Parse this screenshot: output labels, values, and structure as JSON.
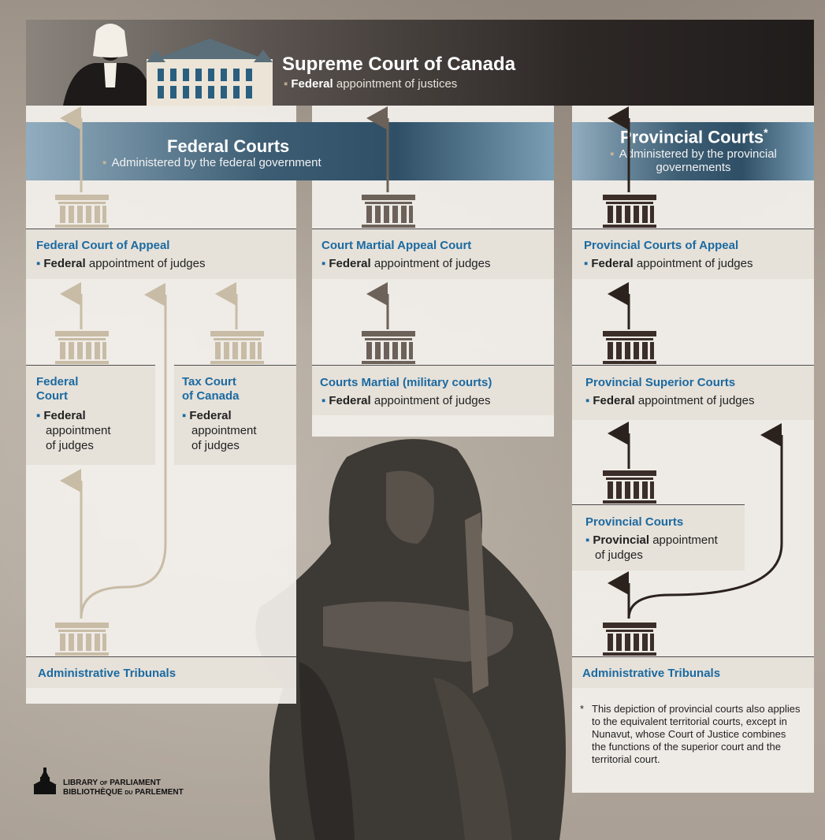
{
  "supreme": {
    "title": "Supreme Court of Canada",
    "sub_bold": "Federal",
    "sub_rest": "appointment of justices"
  },
  "federal": {
    "banner_title": "Federal Courts",
    "banner_sub": "Administered by the federal government",
    "appeal_title": "Federal Court of Appeal",
    "court_title_1": "Federal",
    "court_title_2": "Court",
    "tax_title_1": "Tax Court",
    "tax_title_2": "of Canada",
    "tribunals_title": "Administrative Tribunals"
  },
  "military": {
    "appeal_title": "Court Martial Appeal Court",
    "courts_title": "Courts Martial (military courts)"
  },
  "provincial": {
    "banner_title": "Provincial Courts",
    "banner_star": "*",
    "banner_sub_1": "Administered by the provincial",
    "banner_sub_2": "governements",
    "appeal_title": "Provincial Courts of Appeal",
    "superior_title": "Provincial Superior Courts",
    "courts_title": "Provincial Courts",
    "courts_desc_bold": "Provincial",
    "courts_desc_rest": "appointment",
    "courts_desc_line2": "of judges",
    "tribunals_title": "Administrative Tribunals"
  },
  "common": {
    "federal_bold": "Federal",
    "appoint_judges": "appointment of judges",
    "appointment": "appointment",
    "of_judges": "of judges",
    "bullet": "▪"
  },
  "footnote": {
    "star": "*",
    "text": "This depiction of provincial courts also applies to the equivalent territorial courts, except in Nunavut, whose Court of Justice combines the functions of the superior court and the territorial court."
  },
  "logo": {
    "line1_a": "LIBRARY",
    "line1_b": "OF",
    "line1_c": "PARLIAMENT",
    "line2_a": "BIBLIOTHÈQUE",
    "line2_b": "DU",
    "line2_c": "PARLEMENT"
  },
  "colors": {
    "heading_blue": "#1b6aa1",
    "federal_icon": "#c8bca6",
    "military_icon": "#6c625a",
    "provincial_icon": "#3b2e28",
    "banner_blue": "#2f4f66"
  },
  "icons": {
    "court": "courthouse-icon",
    "judge": "judge-silhouette-icon",
    "building": "supreme-court-building-icon",
    "logo": "parliament-logo-icon"
  }
}
